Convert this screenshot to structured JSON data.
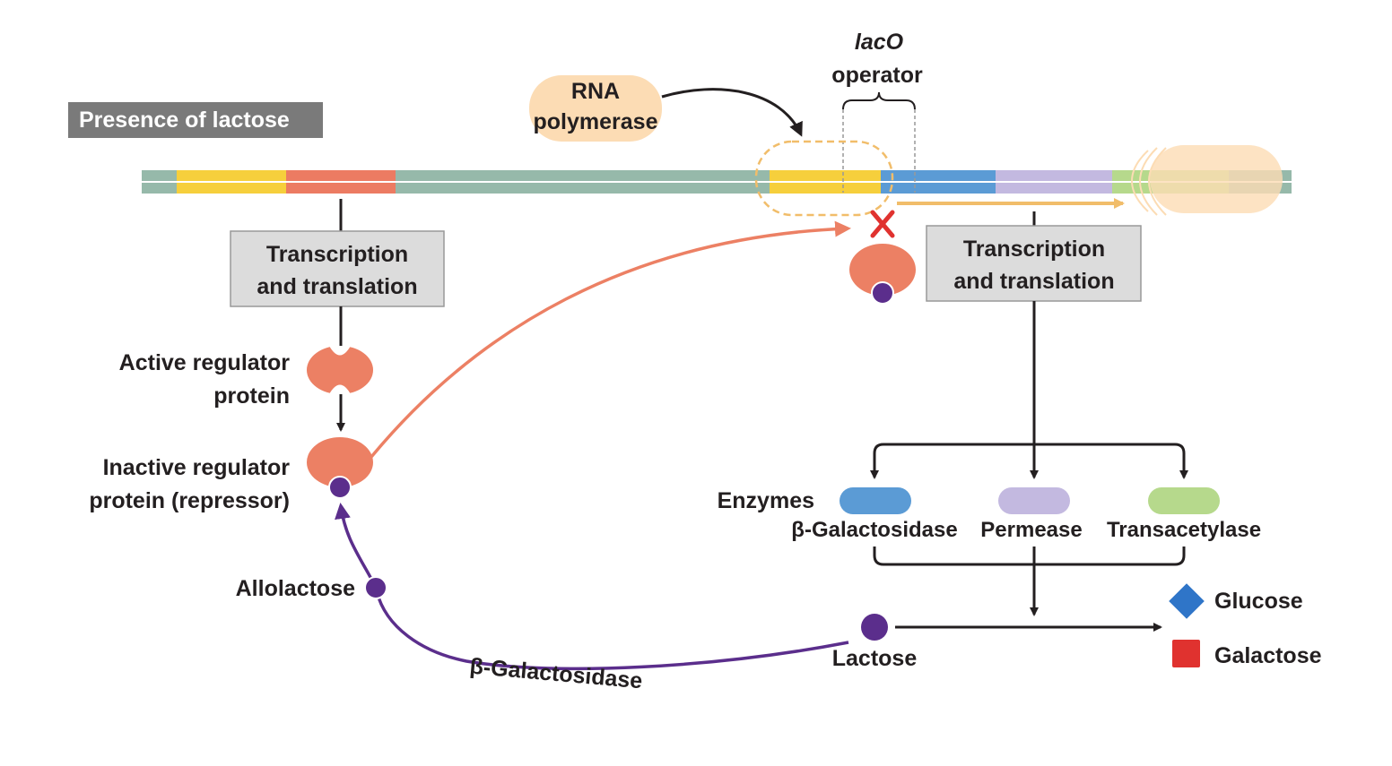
{
  "banner": {
    "text": "Presence of lactose",
    "bg": "#7a7a7a"
  },
  "rna_polymerase": {
    "line1": "RNA",
    "line2": "polymerase",
    "color": "#fcdcb4"
  },
  "operator": {
    "line1": "lacO",
    "line2": "operator"
  },
  "left_box": {
    "line1": "Transcription",
    "line2": "and translation"
  },
  "right_box": {
    "line1": "Transcription",
    "line2": "and translation"
  },
  "active_regulator": {
    "line1": "Active regulator",
    "line2": "protein"
  },
  "inactive_regulator": {
    "line1": "Inactive regulator",
    "line2": "protein (repressor)"
  },
  "allolactose": "Allolactose",
  "lactose": "Lactose",
  "beta_gal_path": "β-Galactosidase",
  "enzymes": {
    "label": "Enzymes",
    "items": [
      {
        "name": "β-Galactosidase",
        "color": "#5b9bd5"
      },
      {
        "name": "Permease",
        "color": "#c3b9e0"
      },
      {
        "name": "Transacetylase",
        "color": "#b6d98c"
      }
    ]
  },
  "legend": [
    {
      "name": "Glucose",
      "color": "#2f75c8",
      "shape": "diamond"
    },
    {
      "name": "Galactose",
      "color": "#e0322f",
      "shape": "square"
    }
  ],
  "colors": {
    "dna_base": "#96b9aa",
    "dna_yellow": "#f6cf3c",
    "dna_red": "#ec7b62",
    "dna_blue": "#5b9bd5",
    "dna_lavender": "#c3b9e0",
    "dna_green": "#b6d98c",
    "repressor": "#ec8064",
    "purple": "#5b2e8c",
    "orange_dash": "#f1bd6a",
    "block_x": "#e0322f"
  }
}
